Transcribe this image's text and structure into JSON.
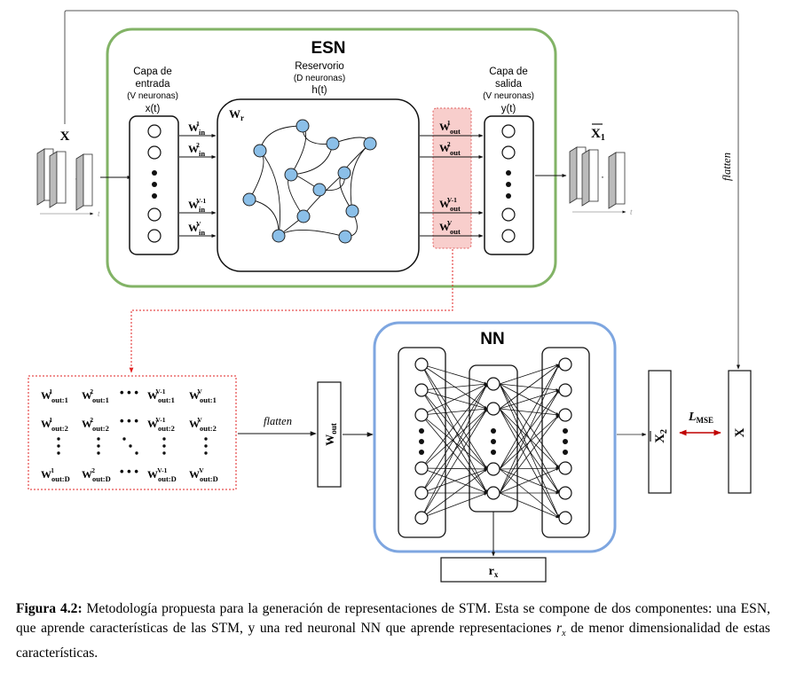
{
  "esn": {
    "title": "ESN",
    "input_layer": {
      "line1": "Capa de",
      "line2": "entrada",
      "sub": "(V neuronas)",
      "var": "x(t)"
    },
    "reservoir": {
      "title": "Reservorio",
      "sub": "(D neuronas)",
      "var": "h(t)",
      "weight": "W",
      "weight_sub": "r"
    },
    "output_layer": {
      "line1": "Capa de",
      "line2": "salida",
      "sub": "(V neuronas)",
      "var": "y(t)"
    },
    "w_in": [
      {
        "base": "W",
        "sub": "in",
        "sup": "1"
      },
      {
        "base": "W",
        "sub": "in",
        "sup": "2"
      },
      {
        "base": "W",
        "sub": "in",
        "sup": "V-1"
      },
      {
        "base": "W",
        "sub": "in",
        "sup": "V"
      }
    ],
    "w_out": [
      {
        "base": "W",
        "sub": "out",
        "sup": "1"
      },
      {
        "base": "W",
        "sub": "out",
        "sup": "2"
      },
      {
        "base": "W",
        "sub": "out",
        "sup": "V-1"
      },
      {
        "base": "W",
        "sub": "out",
        "sup": "V"
      }
    ]
  },
  "input_x": "X",
  "time_label": "t",
  "xbar1": {
    "base": "X",
    "sub": "1"
  },
  "flatten_top": "flatten",
  "flatten_mid": "flatten",
  "matrix": {
    "row1": [
      {
        "sup": "1",
        "sub": "out:1"
      },
      {
        "sup": "2",
        "sub": "out:1"
      },
      {
        "sup": "V-1",
        "sub": "out:1"
      },
      {
        "sup": "V",
        "sub": "out:1"
      }
    ],
    "row2": [
      {
        "sup": "1",
        "sub": "out:2"
      },
      {
        "sup": "2",
        "sub": "out:2"
      },
      {
        "sup": "V-1",
        "sub": "out:2"
      },
      {
        "sup": "V",
        "sub": "out:2"
      }
    ],
    "rowD": [
      {
        "sup": "1",
        "sub": "out:D"
      },
      {
        "sup": "2",
        "sub": "out:D"
      },
      {
        "sup": "V-1",
        "sub": "out:D"
      },
      {
        "sup": "V",
        "sub": "out:D"
      }
    ]
  },
  "wout_box": {
    "base": "W",
    "sub": "out"
  },
  "nn": {
    "title": "NN"
  },
  "rx": {
    "base": "r",
    "sub": "x"
  },
  "xbar2": {
    "base": "X",
    "sub": "2"
  },
  "loss": {
    "base": "L",
    "sub": "MSE"
  },
  "x_right": "X",
  "caption": {
    "label": "Figura 4.2:",
    "text": " Metodología propuesta para la generación de representaciones de STM. Esta se compone de dos componentes: una ESN, que aprende características de las STM, y una red neuronal NN que aprende representaciones ",
    "var": "r",
    "var_sub": "x",
    "tail": " de menor dimensionalidad de estas características."
  }
}
